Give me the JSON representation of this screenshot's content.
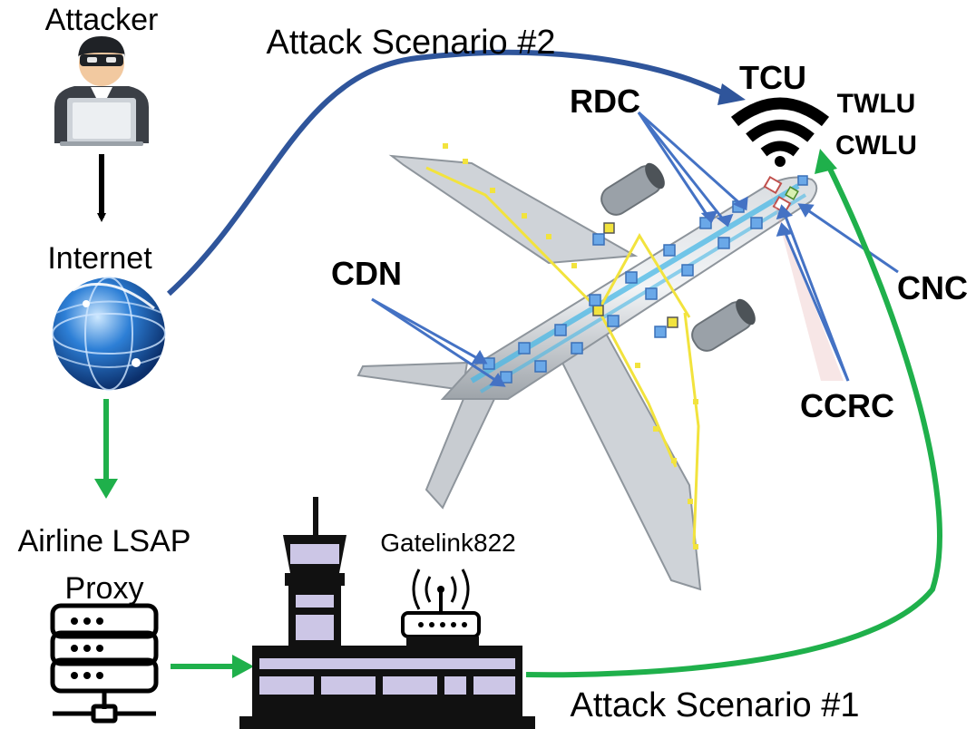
{
  "labels": {
    "attacker": "Attacker",
    "internet": "Internet",
    "lsap_line1": "Airline LSAP",
    "lsap_line2": "Proxy",
    "gatelink": "Gatelink822",
    "scenario2": "Attack Scenario #2",
    "scenario1": "Attack Scenario #1",
    "tcu": "TCU",
    "twlu": "TWLU",
    "cwlu": "CWLU",
    "rdc": "RDC",
    "cdn": "CDN",
    "cnc": "CNC",
    "ccrc": "CCRC"
  },
  "colors": {
    "scenario2_arrow": "#2f559b",
    "scenario1_arrow": "#1fb04b",
    "component_arrow": "#4472c4",
    "attacker_arrow": "#000000",
    "tower": "#111111",
    "tower_window": "#ccc6e6"
  },
  "icons": [
    "attacker-icon",
    "globe-icon",
    "server-rack-icon",
    "control-tower-icon",
    "router-icon",
    "wifi-icon",
    "airplane-icon"
  ]
}
